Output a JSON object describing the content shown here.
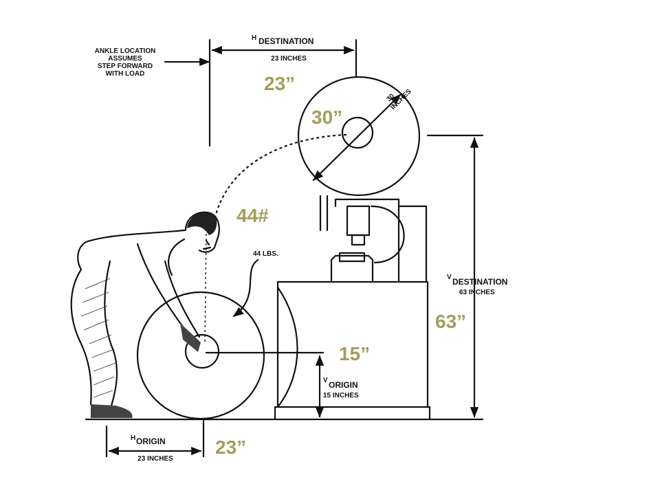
{
  "labels": {
    "ankle_note": [
      "ANKLE LOCATION",
      "ASSUMES",
      "STEP FORWARD",
      "WITH LOAD"
    ],
    "h_destination": {
      "prefix": "H",
      "name": "DESTINATION",
      "value": "23 INCHES"
    },
    "diameter": [
      "30",
      "INCHES"
    ],
    "weight": "44 LBS.",
    "v_destination": {
      "prefix": "V",
      "name": "DESTINATION",
      "value": "63 INCHES"
    },
    "v_origin": {
      "prefix": "V",
      "name": "ORIGIN",
      "value": "15 INCHES"
    },
    "h_origin": {
      "prefix": "H",
      "name": "ORIGIN",
      "value": "23 INCHES"
    }
  },
  "overlays": {
    "h_destination": "23”",
    "diameter": "30”",
    "weight": "44#",
    "v_destination": "63”",
    "v_origin": "15”",
    "h_origin": "23”",
    "color": "#a39e5a"
  }
}
